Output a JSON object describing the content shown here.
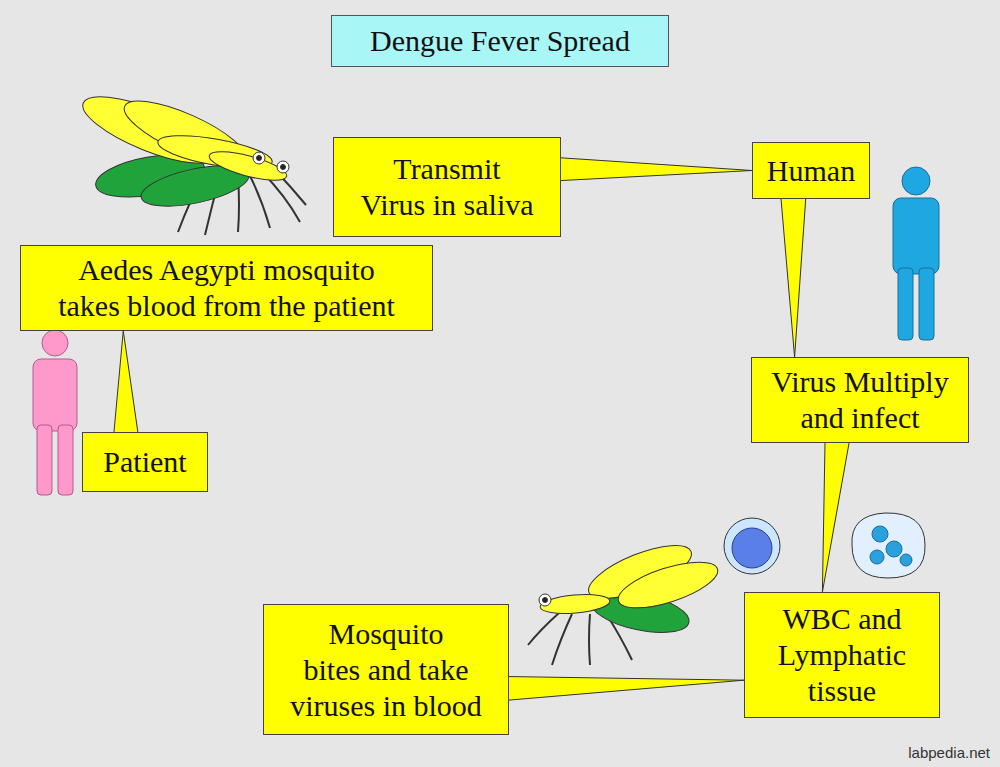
{
  "diagram": {
    "title": "Dengue Fever Spread",
    "nodes": [
      {
        "text": [
          "Transmit Virus in saliva"
        ]
      },
      {
        "text": [
          "Human"
        ]
      },
      {
        "text": [
          "Aedes Aegypti mosquito takes blood from the patient"
        ]
      },
      {
        "text": [
          "Virus Multiply and infect"
        ]
      },
      {
        "text": [
          "Patient"
        ]
      },
      {
        "text": [
          "WBC and Lymphatic tissue"
        ]
      },
      {
        "text": [
          "Mosquito bites and take viruses in blood"
        ]
      }
    ],
    "edges": [
      {
        "from": 0,
        "to": 1,
        "arrow": "none"
      },
      {
        "from": 1,
        "to": 3,
        "arrow": "none"
      },
      {
        "from": 3,
        "to": 5,
        "arrow": "none"
      },
      {
        "from": 6,
        "to": 5,
        "arrow": "none"
      },
      {
        "from": 4,
        "to": 2,
        "arrow": "none"
      }
    ],
    "labels": [
      "labpedia.net"
    ]
  }
}
